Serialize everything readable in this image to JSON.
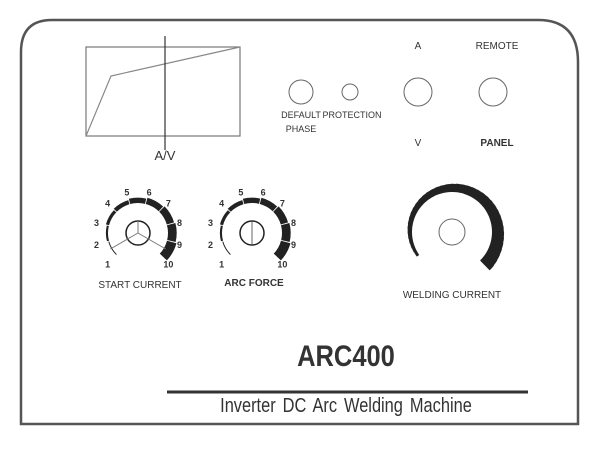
{
  "display": {
    "axis_label": "A/V"
  },
  "indicators": {
    "default_phase": [
      "DEFAULT",
      "PHASE"
    ],
    "protection": "PROTECTION",
    "meter_top": "A",
    "meter_bottom": "V",
    "remote_top": "REMOTE",
    "remote_bottom": "PANEL"
  },
  "knobs": {
    "scale": [
      "1",
      "2",
      "3",
      "4",
      "5",
      "6",
      "7",
      "8",
      "9",
      "10"
    ],
    "start_current": "START CURRENT",
    "arc_force": "ARC FORCE",
    "welding_current": "WELDING CURRENT"
  },
  "branding": {
    "model": "ARC400",
    "subtitle": "Inverter DC Arc Welding Machine"
  },
  "colors": {
    "ink": "#222222",
    "panel_border": "#555555"
  }
}
